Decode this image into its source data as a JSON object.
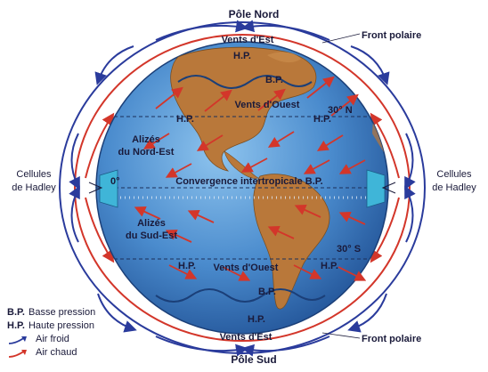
{
  "labels": {
    "north_pole": "Pôle Nord",
    "south_pole": "Pôle Sud",
    "east_winds_top": "Vents d'Est",
    "east_winds_bottom": "Vents d'Est",
    "polar_front_top": "Front polaire",
    "polar_front_bottom": "Front polaire",
    "hadley_left": [
      "Cellules",
      "de Hadley"
    ],
    "hadley_right": [
      "Cellules",
      "de Hadley"
    ],
    "west_winds_north": "Vents d'Ouest",
    "west_winds_south": "Vents d'Ouest",
    "lat_30n": "30° N",
    "lat_30s": "30° S",
    "equator_deg": "0°",
    "itcz": "Convergence intertropicale B.P.",
    "alizes_ne": [
      "Alizés",
      "du Nord-Est"
    ],
    "alizes_se": [
      "Alizés",
      "du Sud-Est"
    ],
    "hp_north_pole": "H.P.",
    "bp_north": "B.P.",
    "hp_30n_left": "H.P.",
    "hp_30n_right": "H.P.",
    "hp_30s_left": "H.P.",
    "hp_30s_right": "H.P.",
    "bp_south": "B.P.",
    "hp_south_pole": "H.P."
  },
  "legend": {
    "bp_abbr": "B.P.",
    "bp_text": "Basse pression",
    "hp_abbr": "H.P.",
    "hp_text": "Haute pression",
    "cold_air": "Air froid",
    "warm_air": "Air chaud"
  },
  "colors": {
    "cold_air": "#2a3b9c",
    "warm_air": "#d3362a",
    "ocean": "#3f7fc4",
    "land": "#b9783a",
    "text": "#1a1a3a"
  }
}
